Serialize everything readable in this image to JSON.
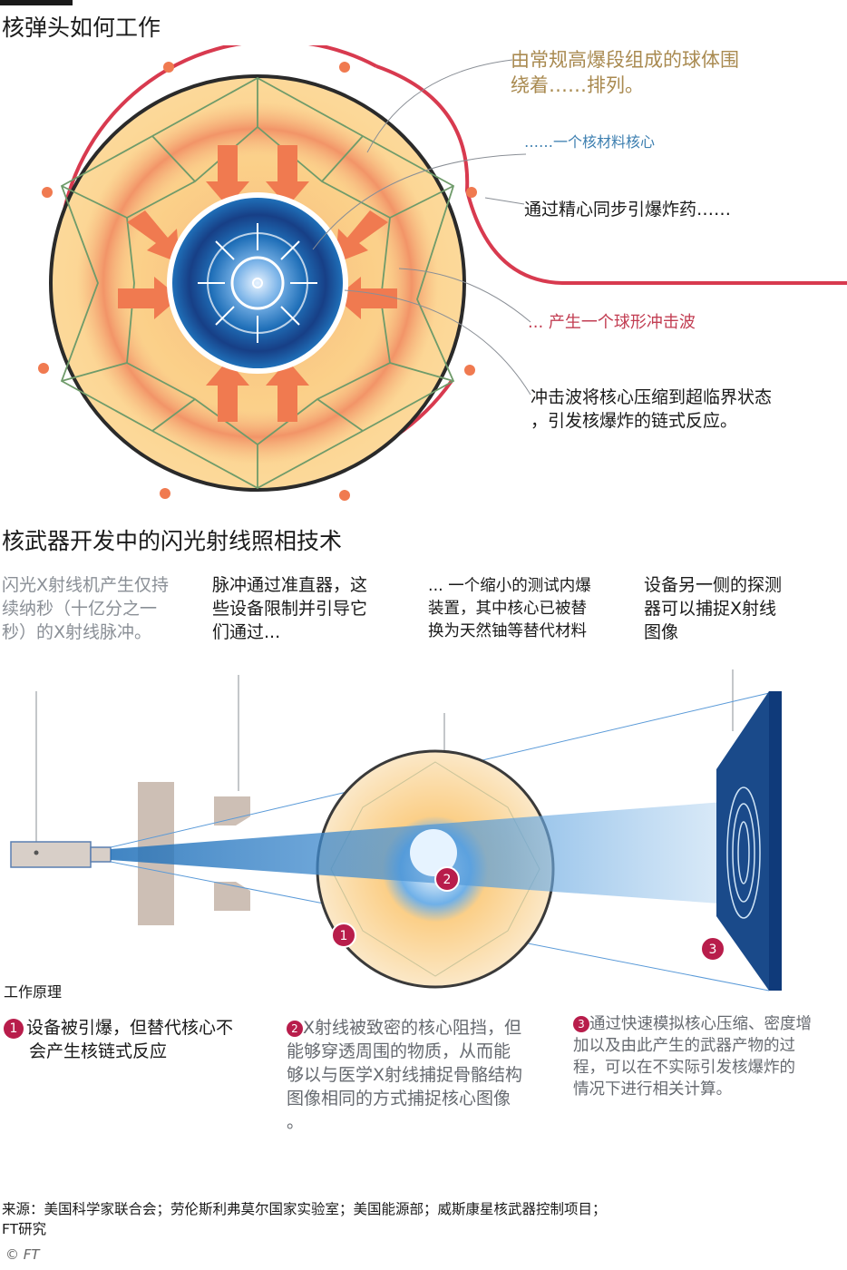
{
  "top_section": {
    "title": "核弹头如何工作",
    "annotations": {
      "gold_line1": "由常规高爆段组成的球体围",
      "gold_line2": "绕着……排列。",
      "core": "……一个核材料核心",
      "detonate": "通过精心同步引爆炸药……",
      "shockwave": "... 产生一个球形冲击波",
      "compress_line1": "冲击波将核心压缩到超临界状态",
      "compress_line2": "，引发核爆炸的链式反应。"
    }
  },
  "bottom_section": {
    "title": "核武器开发中的闪光射线照相技术",
    "columns": [
      {
        "lines": [
          "闪光X射线机产生仅持",
          "续纳秒（十亿分之一",
          "秒）的X射线脉冲。"
        ]
      },
      {
        "lines": [
          "脉冲通过准直器，这",
          "些设备限制并引导它",
          "们通过..."
        ]
      },
      {
        "lines": [
          "... 一个缩小的测试内爆",
          "装置，其中核心已被替",
          "换为天然铀等替代材料"
        ]
      },
      {
        "lines": [
          "设备另一侧的探测",
          "器可以捕捉X射线",
          "图像"
        ]
      }
    ],
    "badges": [
      "1",
      "2",
      "3"
    ],
    "how_it_works": "工作原理",
    "notes": [
      {
        "badge": "1",
        "lines": [
          "设备被引爆，但替代核心不",
          "会产生核链式反应"
        ]
      },
      {
        "badge": "2",
        "lines": [
          "X射线被致密的核心阻挡，但",
          "能够穿透周围的物质，从而能",
          "够以与医学X射线捕捉骨骼结构",
          "图像相同的方式捕捉核心图像",
          "。"
        ]
      },
      {
        "badge": "3",
        "lines": [
          "通过快速模拟核心压缩、密度增",
          "加以及由此产生的武器产物的过",
          "程，可以在不实际引发核爆炸的",
          "情况下进行相关计算。"
        ]
      }
    ]
  },
  "footer": {
    "source_line1": "来源：美国科学家联合会；劳伦斯利弗莫尔国家实验室；美国能源部；威斯康星核武器控制项目；",
    "source_line2": "FT研究",
    "credit": "© FT"
  },
  "colors": {
    "red": "#d83a4f",
    "orange": "#f07a50",
    "yellow": "#fbd488",
    "blue": "#1f6fb8",
    "navy": "#0f3a7a",
    "green_line": "#6f9b6a",
    "grey_block": "#cdbfb5",
    "gold": "#a98a50",
    "badge": "#b81d4b"
  }
}
